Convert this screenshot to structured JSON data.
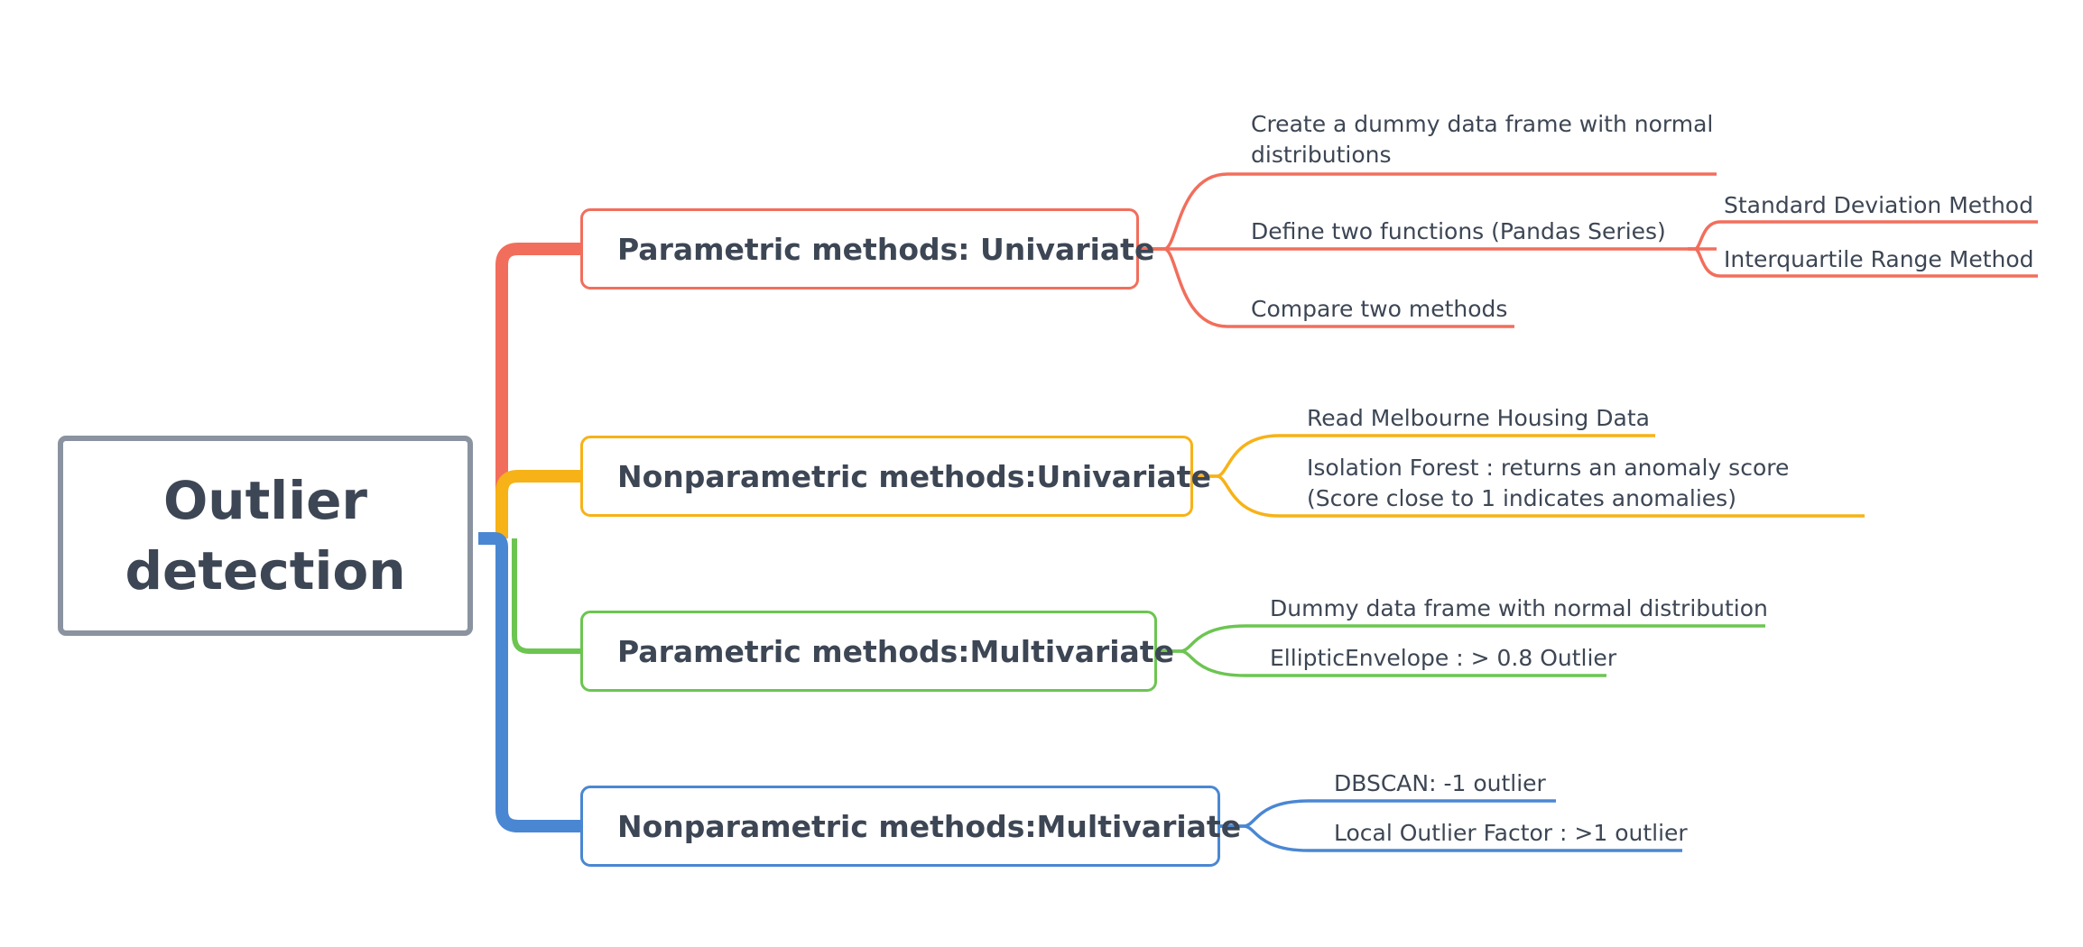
{
  "root": {
    "title": "Outlier detection",
    "color": "#8a939f"
  },
  "branches": [
    {
      "label": "Parametric methods: Univariate",
      "color": "#f26e5c",
      "children": [
        {
          "label": "Create a dummy data frame with normal distributions"
        },
        {
          "label": "Define two functions (Pandas Series)",
          "children": [
            {
              "label": "Standard Deviation Method"
            },
            {
              "label": "Interquartile Range Method"
            }
          ]
        },
        {
          "label": "Compare two methods"
        }
      ]
    },
    {
      "label": "Nonparametric methods:Univariate",
      "color": "#f7b217",
      "children": [
        {
          "label": "Read Melbourne Housing Data"
        },
        {
          "label": "Isolation Forest : returns an anomaly score (Score close to 1 indicates anomalies)"
        }
      ]
    },
    {
      "label": "Parametric methods:Multivariate",
      "color": "#6cc551",
      "children": [
        {
          "label": "Dummy data frame with normal distribution"
        },
        {
          "label": "EllipticEnvelope : > 0.8 Outlier"
        }
      ]
    },
    {
      "label": "Nonparametric methods:Multivariate",
      "color": "#4a87d3",
      "children": [
        {
          "label": "DBSCAN: -1 outlier"
        },
        {
          "label": "Local Outlier Factor : >1 outlier"
        }
      ]
    }
  ]
}
